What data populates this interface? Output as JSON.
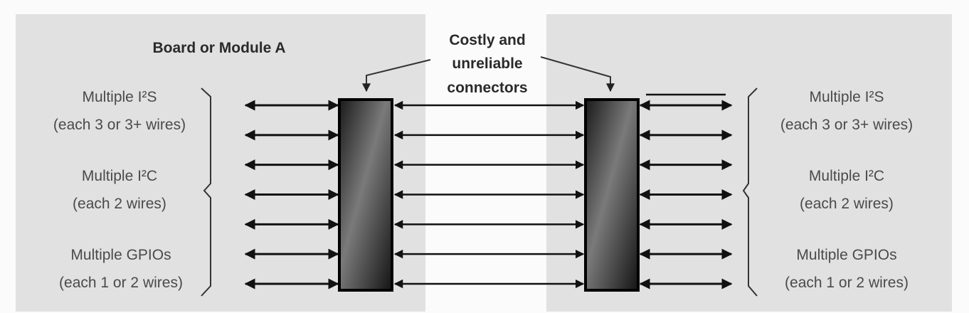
{
  "title": "Board or Module A",
  "callout": [
    "Costly and",
    "unreliable",
    "connectors"
  ],
  "left_labels": [
    {
      "line1": "Multiple I²S",
      "line2": "(each 3 or 3+ wires)"
    },
    {
      "line1": "Multiple I²C",
      "line2": "(each 2 wires)"
    },
    {
      "line1": "Multiple GPIOs",
      "line2": "(each 1 or 2 wires)"
    }
  ],
  "right_labels": [
    {
      "line1": "Multiple I²S",
      "line2": "(each 3 or 3+ wires)"
    },
    {
      "line1": "Multiple I²C",
      "line2": "(each 2 wires)"
    },
    {
      "line1": "Multiple GPIOs",
      "line2": "(each 1 or 2 wires)"
    }
  ],
  "signal_lines": 7,
  "colors": {
    "panel": "#e1e1e1",
    "background": "#fbfbfb",
    "ink": "#111111"
  }
}
